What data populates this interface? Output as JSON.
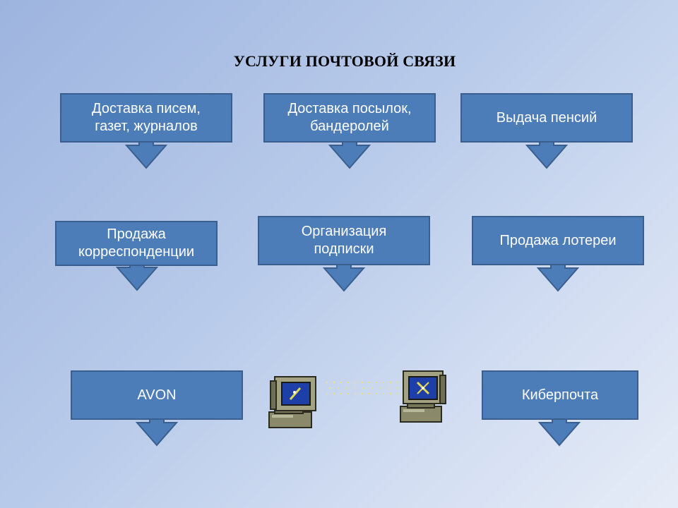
{
  "title": "УСЛУГИ ПОЧТОВОЙ СВЯЗИ",
  "colors": {
    "box_fill": "#4d7db9",
    "box_border": "#3a5f8f",
    "text": "#ffffff",
    "title": "#000000"
  },
  "services": [
    {
      "line1": "Доставка писем,",
      "line2": "газет, журналов"
    },
    {
      "line1": "Доставка посылок,",
      "line2": "бандеролей"
    },
    {
      "line1": "Выдача пенсий",
      "line2": ""
    },
    {
      "line1": "Продажа",
      "line2": "корреспонденции"
    },
    {
      "line1": "Организация",
      "line2": "подписки"
    },
    {
      "line1": "Продажа лотереи",
      "line2": ""
    },
    {
      "line1": "AVON",
      "line2": ""
    },
    {
      "line1": "Киберпочта",
      "line2": ""
    }
  ],
  "icons": [
    "computer-icon",
    "computer-icon"
  ]
}
